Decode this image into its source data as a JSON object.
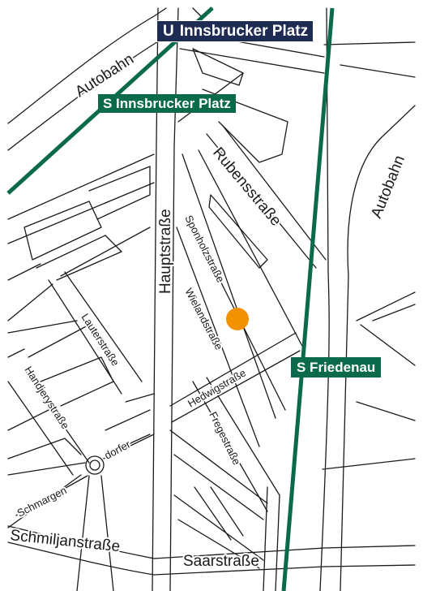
{
  "stations": {
    "u_innsbrucker": {
      "prefix": "U",
      "name": "Innsbrucker Platz",
      "color": "#1e2b53"
    },
    "s_innsbrucker": {
      "label": "S Innsbrucker Platz",
      "color": "#0b6a4c"
    },
    "s_friedenau": {
      "label": "S Friedenau",
      "color": "#0b6a4c"
    }
  },
  "streets": {
    "autobahn_left": "Autobahn",
    "autobahn_right": "Autobahn",
    "rubensstrasse": "Rubensstraße",
    "hauptstrasse": "Hauptstraße",
    "sponholzstrasse": "Sponholzstraße",
    "wielandstrasse": "Wielandstraße",
    "lauterstrasse": "Lauterstraße",
    "handjerystrasse": "Handjerystraße",
    "hedwigstrasse": "Hedwigstraße",
    "fregestrasse": "Fregestraße",
    "dorfer": "dorfer",
    "schmargen": "Schmargen",
    "schmiljanstrasse": "Schmiljanstraße",
    "saarstrasse": "Saarstraße"
  },
  "location_marker": {
    "color": "#f39200"
  },
  "colors": {
    "rail": "#0b6a4c",
    "ubahn": "#1e2b53",
    "roads": "#1a1a1a"
  }
}
